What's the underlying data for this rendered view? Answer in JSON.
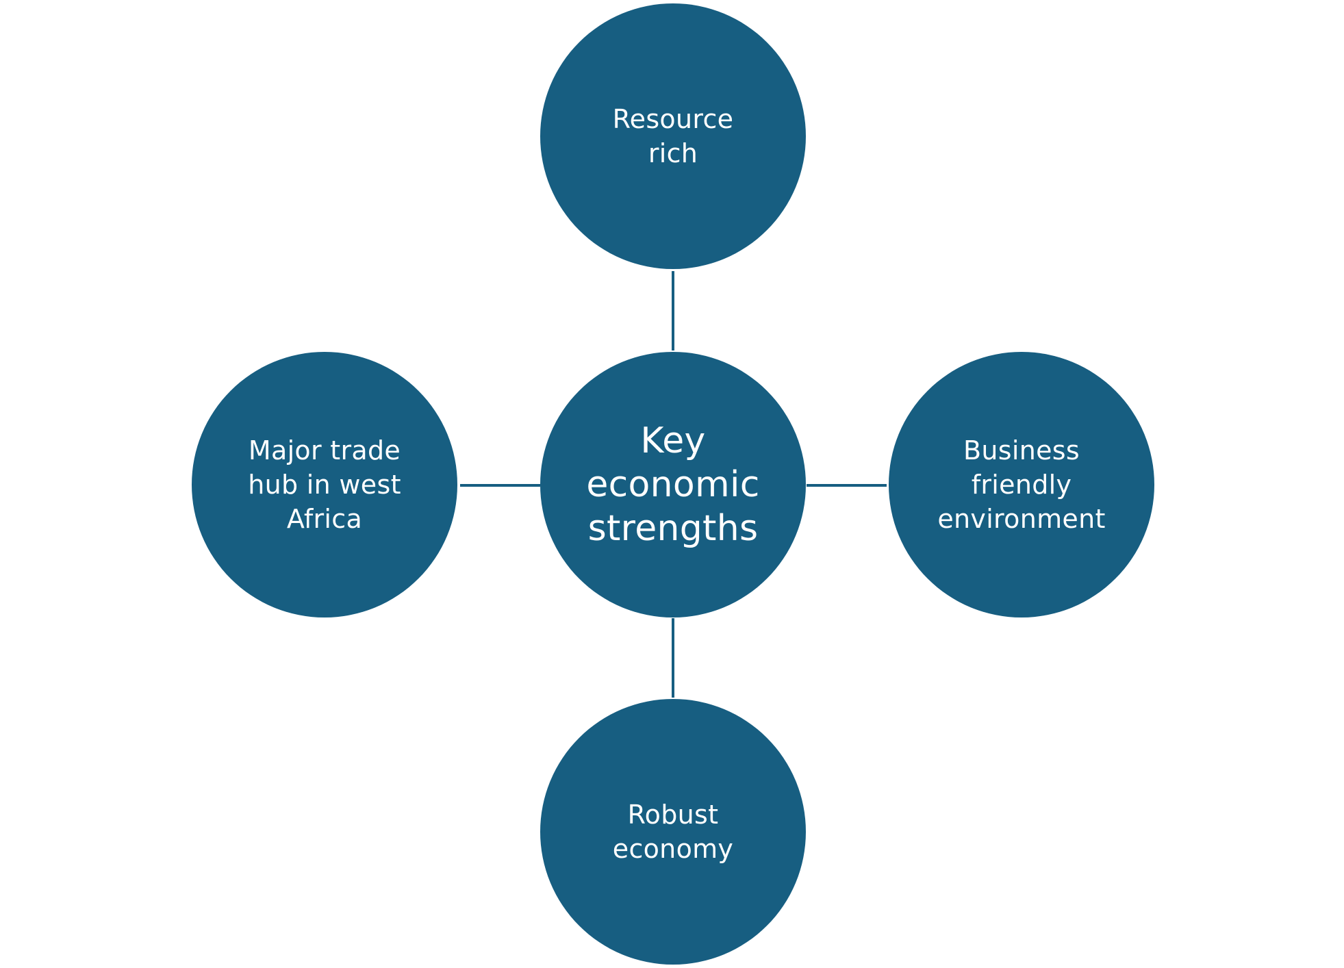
{
  "diagram": {
    "colors": {
      "node_fill": "#175e81",
      "connector": "#175e81",
      "text": "#ffffff",
      "background": "#ffffff"
    },
    "center": {
      "lines": [
        "Key",
        "economic",
        "strengths"
      ]
    },
    "nodes": {
      "top": {
        "lines": [
          "Resource",
          "rich"
        ]
      },
      "right": {
        "lines": [
          "Business",
          "friendly",
          "environment"
        ]
      },
      "bottom": {
        "lines": [
          "Robust",
          "economy"
        ]
      },
      "left": {
        "lines": [
          "Major trade",
          "hub in west",
          "Africa"
        ]
      }
    }
  }
}
